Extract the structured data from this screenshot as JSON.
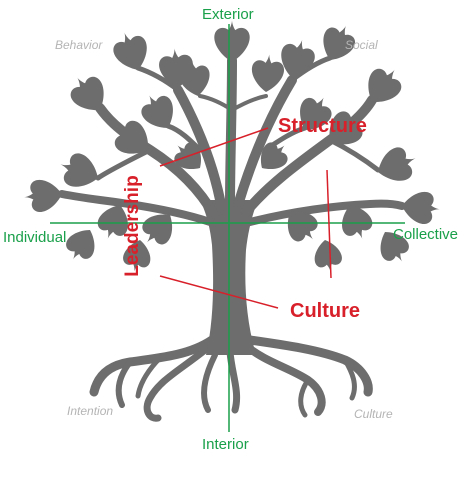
{
  "axes": {
    "top": "Exterior",
    "bottom": "Interior",
    "left": "Individual",
    "right": "Collective"
  },
  "quadrants": {
    "top_left": "Behavior",
    "top_right": "Social",
    "bottom_left": "Intention",
    "bottom_right": "Culture"
  },
  "labels": {
    "structure": "Structure",
    "leadership": "Leadership",
    "culture": "Culture"
  },
  "colors": {
    "tree": "#6d6d6d",
    "axis": "#1aa04a",
    "accent": "#d8202a",
    "quadrant_text": "#b4b4b4"
  }
}
